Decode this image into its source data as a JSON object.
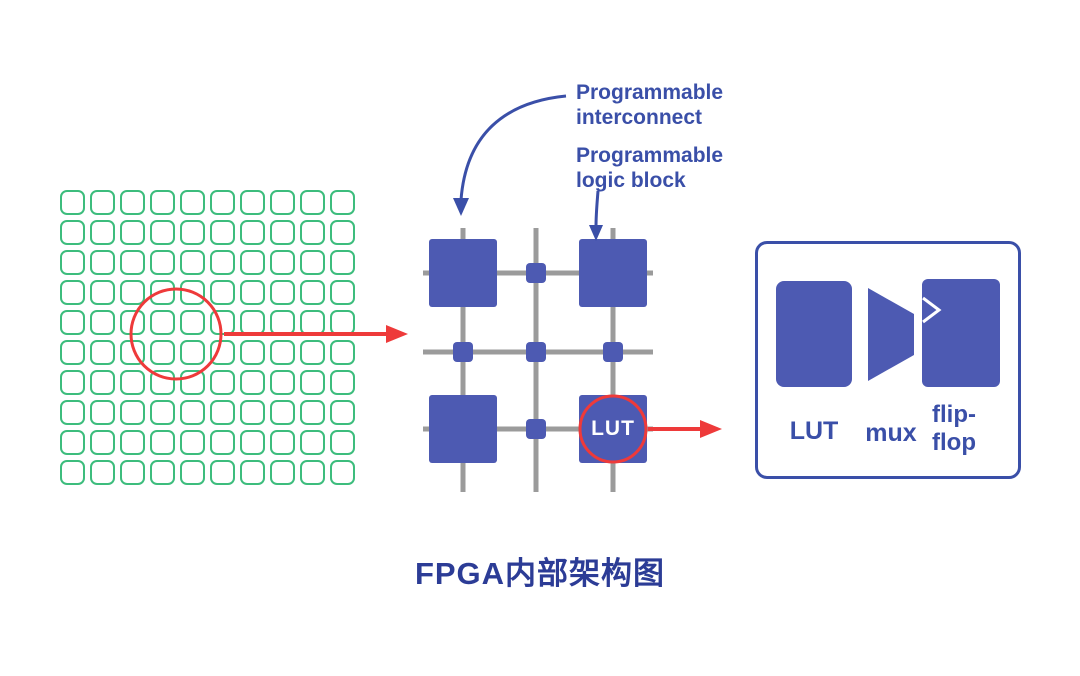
{
  "title": "FPGA内部架构图",
  "annotations": {
    "interconnect": {
      "line1": "Programmable",
      "line2": "interconnect"
    },
    "logic_block": {
      "line1": "Programmable",
      "line2": "logic block"
    }
  },
  "fabric": {
    "lut_label": "LUT"
  },
  "detail_panel": {
    "lut_label": "LUT",
    "mux_label": "mux",
    "flipflop_line1": "flip-",
    "flipflop_line2": "flop"
  },
  "grid": {
    "rows": 10,
    "cols": 10
  },
  "icons": {
    "grid_to_fabric_arrow": "arrow-right-icon",
    "lut_to_detail_arrow": "arrow-right-icon",
    "interconnect_arrow": "curved-arrow-down-icon",
    "logic_block_arrow": "arrow-down-icon",
    "clock_notch": "clock-edge-triangle-icon"
  },
  "colors": {
    "grid-green": "#3dbd7d",
    "block-blue": "#4d5ab2",
    "wire-gray": "#9b9b9b",
    "accent-red": "#ee3a3a",
    "text-blue": "#3a4fa8",
    "title-blue": "#2c3c96",
    "background": "#ffffff"
  }
}
